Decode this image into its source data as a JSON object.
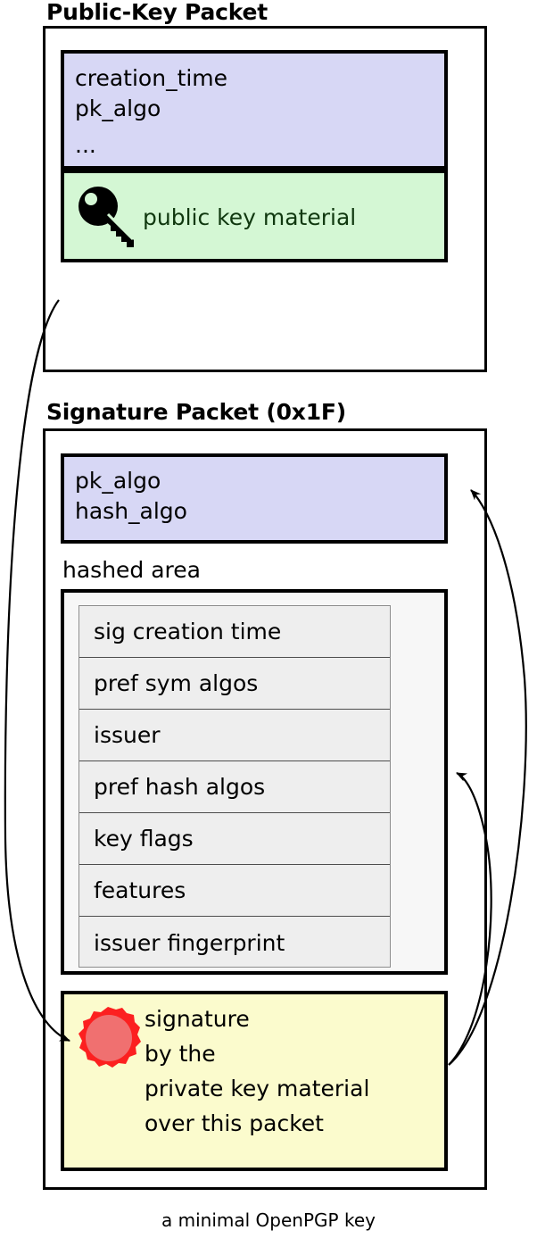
{
  "diagram": {
    "caption": "a minimal OpenPGP key",
    "colors": {
      "lavender": "#d7d7f5",
      "green": "#d4f7d4",
      "yellow": "#fbfbcd",
      "seal_outer": "#fc2020",
      "seal_inner": "#f07070",
      "hashed_area_bg": "#f7f7f7",
      "hashed_row_bg": "#eeeeee",
      "stroke": "#000000",
      "green_text": "#10380f"
    }
  },
  "public_key_packet": {
    "title": "Public-Key Packet",
    "header_fields": [
      "creation_time",
      "pk_algo",
      "..."
    ],
    "key_material": {
      "icon": "key-icon",
      "label": "public key material"
    }
  },
  "signature_packet": {
    "title": "Signature Packet (0x1F)",
    "algo_fields": [
      "pk_algo",
      "hash_algo"
    ],
    "hashed_area": {
      "label": "hashed area",
      "subpackets": [
        "sig creation time",
        "pref sym algos",
        "issuer",
        "pref hash algos",
        "key flags",
        "features",
        "issuer fingerprint"
      ]
    },
    "signature": {
      "icon": "wax-seal-icon",
      "lines": [
        "signature",
        "by the",
        "private key material",
        "over this packet"
      ]
    }
  },
  "arrows": [
    {
      "name": "public-key-to-signature-arrow",
      "from": "public key material",
      "to": "signature"
    },
    {
      "name": "signature-to-algo-fields-arrow",
      "from": "signature",
      "to": "pk_algo / hash_algo"
    },
    {
      "name": "signature-to-hashed-area-arrow",
      "from": "signature",
      "to": "hashed area"
    }
  ]
}
